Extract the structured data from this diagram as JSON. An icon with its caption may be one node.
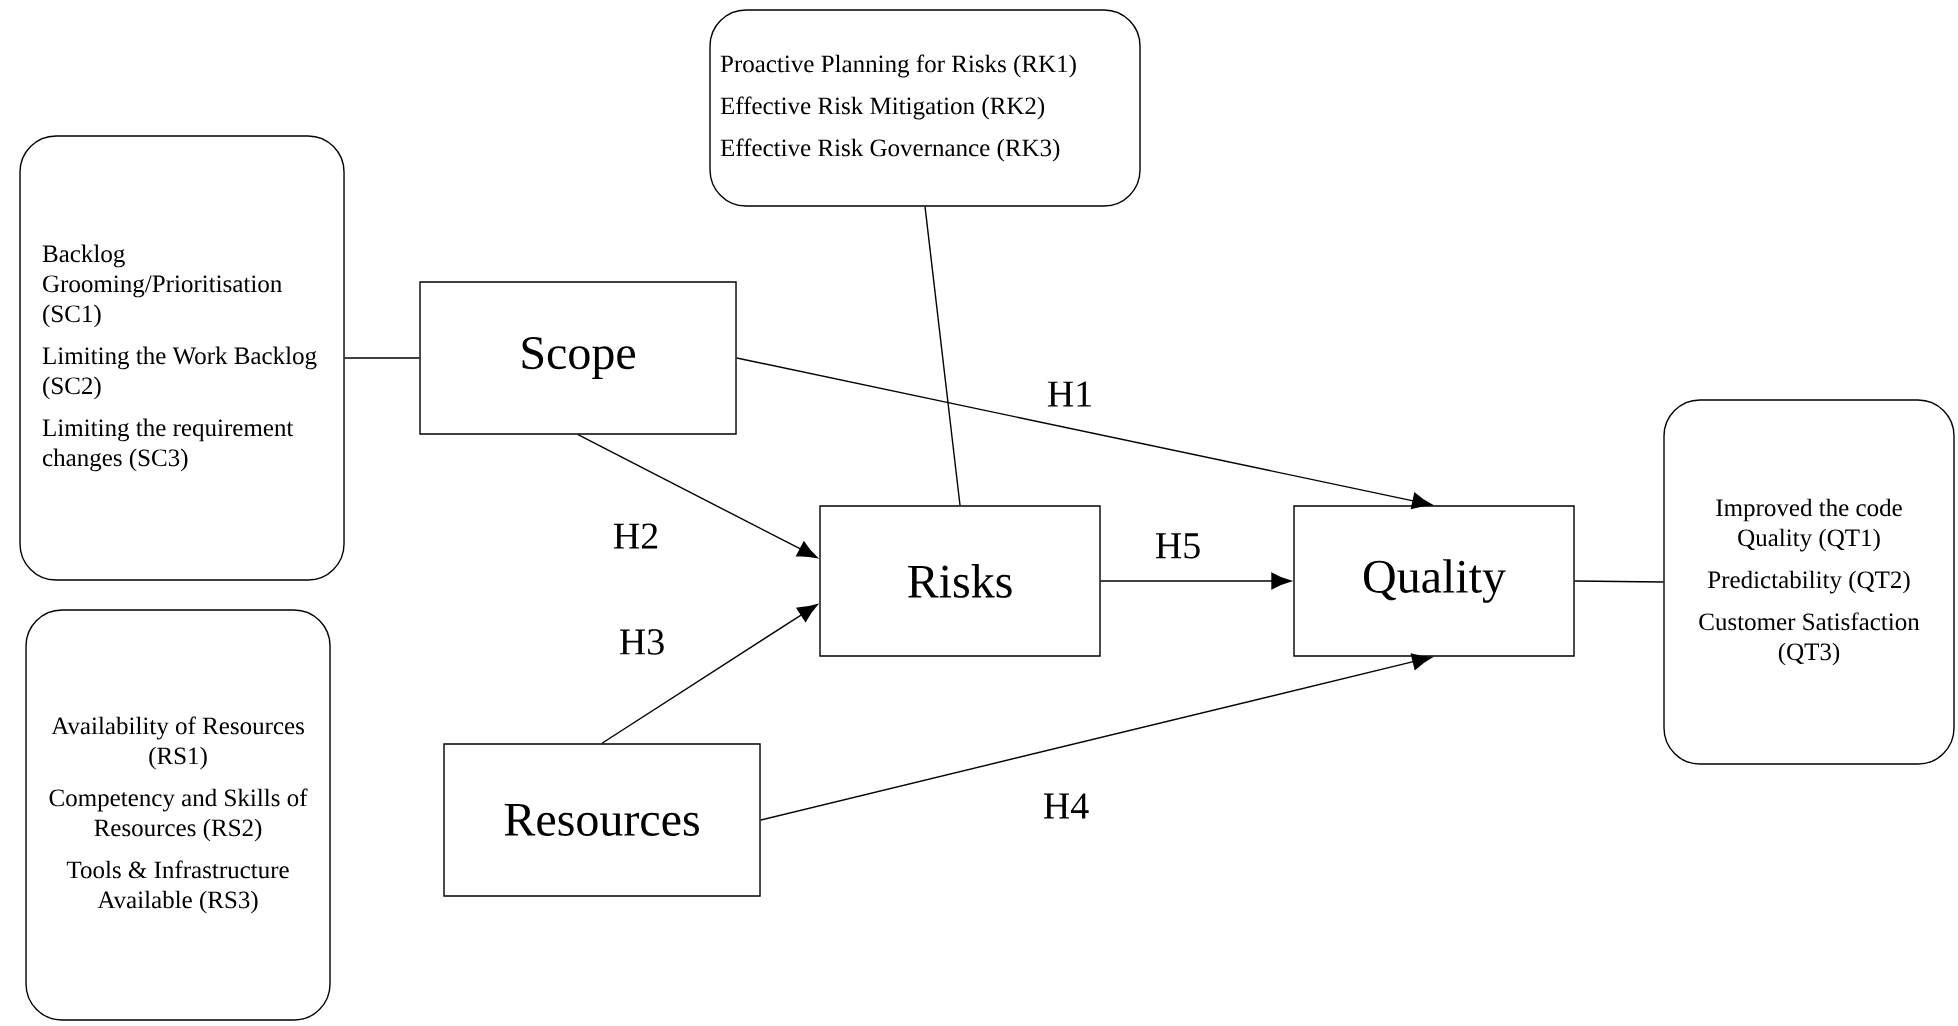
{
  "diagram": {
    "nodes": [
      {
        "text": [
          "Backlog Grooming/Prioritisation (SC1)",
          "Limiting the Work Backlog (SC2)",
          "Limiting the requirement changes (SC3)"
        ]
      },
      {
        "text": [
          "Scope"
        ]
      },
      {
        "text": [
          "Proactive Planning for Risks (RK1)",
          "Effective Risk Mitigation (RK2)",
          "Effective Risk Governance (RK3)"
        ]
      },
      {
        "text": [
          "Risks"
        ]
      },
      {
        "text": [
          "Availability of Resources (RS1)",
          "Competency and Skills of Resources (RS2)",
          "Tools & Infrastructure Available (RS3)"
        ]
      },
      {
        "text": [
          "Resources"
        ]
      },
      {
        "text": [
          "Quality"
        ]
      },
      {
        "text": [
          "Improved the code Quality (QT1)",
          "Predictability (QT2)",
          "Customer Satisfaction (QT3)"
        ]
      }
    ],
    "edges": [
      {
        "from": 0,
        "to": 1,
        "arrow": "none"
      },
      {
        "from": 1,
        "to": 6,
        "arrow": "to",
        "label": "H1"
      },
      {
        "from": 1,
        "to": 3,
        "arrow": "to",
        "label": "H2"
      },
      {
        "from": 5,
        "to": 3,
        "arrow": "to",
        "label": "H3"
      },
      {
        "from": 5,
        "to": 6,
        "arrow": "to",
        "label": "H4"
      },
      {
        "from": 3,
        "to": 6,
        "arrow": "to",
        "label": "H5"
      },
      {
        "from": 2,
        "to": 3,
        "arrow": "none"
      },
      {
        "from": 6,
        "to": 7,
        "arrow": "none"
      }
    ]
  }
}
